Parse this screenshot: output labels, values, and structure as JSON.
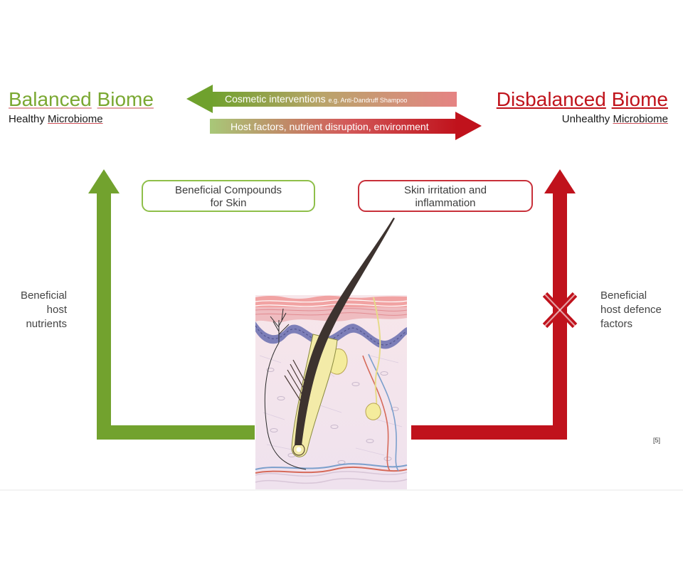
{
  "left": {
    "title_word1": "Balanced",
    "title_word2": "Biome",
    "sub_word1": "Healthy",
    "sub_word2": "Microbiome",
    "side_line1": "Beneficial",
    "side_line2": "host",
    "side_line3": "nutrients",
    "box_line1": "Beneficial Compounds",
    "box_line2": "for Skin"
  },
  "right": {
    "title_word1": "Disbalanced",
    "title_word2": "Biome",
    "sub_word1": "Unhealthy",
    "sub_word2": "Microbiome",
    "side_line1": "Beneficial",
    "side_line2": "host defence",
    "side_line3": "factors",
    "box_line1": "Skin irritation and",
    "box_line2": "inflammation"
  },
  "arrows": {
    "top_label": "Cosmetic interventions",
    "top_label_small": "e.g. Anti-Dandruff Shampoo",
    "bottom_label": "Host factors, nutrient disruption, environment"
  },
  "reference": "[5]",
  "colors": {
    "green": "#72a22e",
    "red": "#c0121c",
    "skin": "#f3e4ec"
  }
}
